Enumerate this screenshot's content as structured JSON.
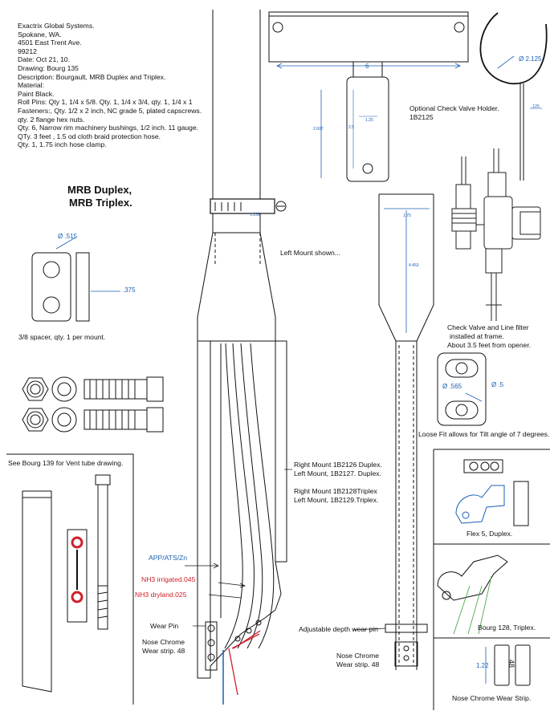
{
  "header": {
    "lines": [
      "Exactrix Global Systems.",
      "Spokane, WA.",
      "4501 East Trent Ave.",
      "99212",
      "Date: Oct 21, 10.",
      "Drawing: Bourg 135",
      "Description:  Bourgault, MRB Duplex and Triplex.",
      "Material:",
      "Paint Black.",
      "Roll Pins: Qty 1, 1/4 x 5/8. Qty. 1, 1/4 x 3/4, qty. 1, 1/4 x 1",
      "Fasteners:, Qty. 1/2 x 2 inch, NC grade 5, plated capscrews.",
      "qty. 2 flange hex nuts.",
      "Qty. 6, Narrow rim machinery bushings, 1/2 inch. 11 gauge.",
      "QTy. 3 feet , 1.5 od cloth braid protection hose.",
      "Qty. 1, 1.75 inch hose clamp."
    ]
  },
  "title": {
    "line1": "MRB Duplex,",
    "line2": "MRB Triplex."
  },
  "spacer": {
    "dia": "Ø .515",
    "thickness": ".375",
    "caption": "3/8 spacer, qty. 1 per mount."
  },
  "top_bar": {
    "width": "6",
    "height": "2.607",
    "slot": "2.5",
    "tab": "1.25"
  },
  "check_holder": {
    "dia": "Ø 2.125",
    "small": ".125",
    "caption1": "Optional Check Valve Holder.",
    "caption2": "1B2125"
  },
  "clamp": {
    "dim": "1.235"
  },
  "left_mount": {
    "caption": "Left Mount shown..."
  },
  "right_shank": {
    "top": "1.75",
    "length": "4.453"
  },
  "check_valve": {
    "line1": "Check Valve and Line filter",
    "line2": "installed at frame.",
    "line3": "About 3.5 feet from  opener."
  },
  "slots": {
    "dia1": "Ø .565",
    "dia2": "Ø .5",
    "caption": "Loose Fit allows for Tilt angle of 7 degrees."
  },
  "vent": {
    "caption": "See Bourg 139 for Vent tube drawing."
  },
  "mounts": {
    "l1": "Right Mount  1B2126 Duplex.",
    "l2": "Left Mount,  1B2127. Duplex.",
    "l3": "Right Mount  1B2128Triplex",
    "l4": "Left Mount,  1B2129.Triplex."
  },
  "tubes": {
    "app": "APP/ATS/Zn",
    "irrig": "NH3 irrigated.045",
    "dry": "NH3 dryland.025"
  },
  "wear": {
    "pin": "Wear Pin",
    "nose1": "Nose Chrome",
    "nose2": "Wear strip. 48",
    "depth": "Adjustable depth wear pin",
    "nose3": "Nose Chrome",
    "nose4": "Wear strip. 48"
  },
  "flex": {
    "caption": "Flex 5, Duplex.",
    "bourg": "Bourg 128, Triplex."
  },
  "strip": {
    "dim": "1.22",
    "label": "48",
    "caption": "Nose Chrome Wear Strip."
  },
  "colors": {
    "blue": "#1a5fb4",
    "red": "#d0202a",
    "green": "#3aa03a"
  }
}
